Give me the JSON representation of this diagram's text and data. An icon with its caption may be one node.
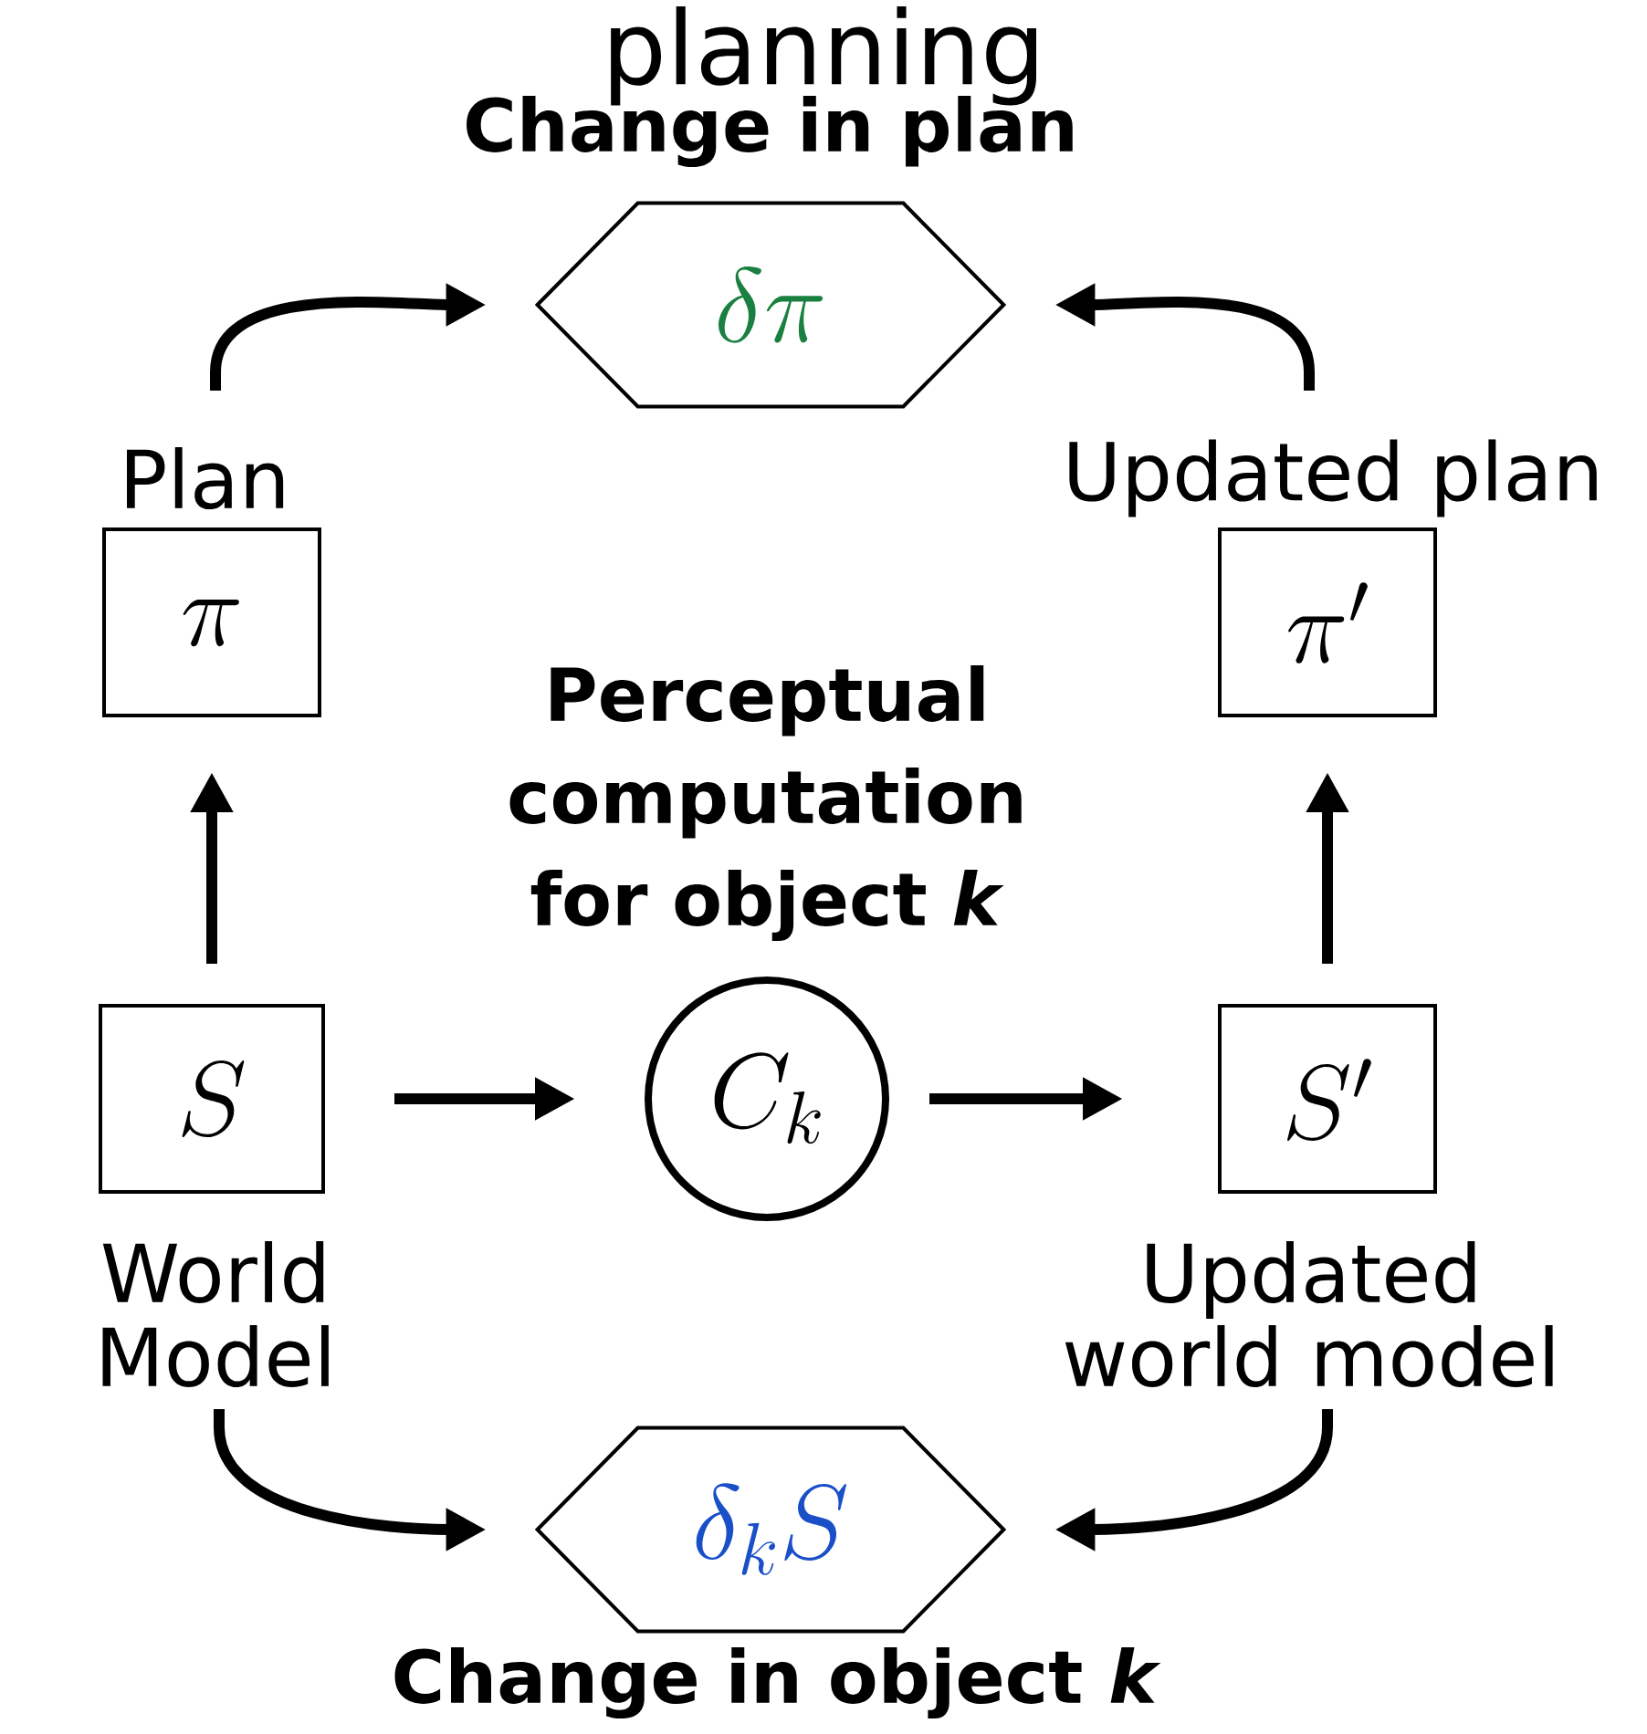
{
  "diagram": {
    "title": "planning",
    "nodes": [
      {
        "text": [
          "Change in plan",
          "\\delta\\pi"
        ]
      },
      {
        "text": [
          "Plan",
          "\\pi"
        ]
      },
      {
        "text": [
          "Updated plan",
          "\\pi'"
        ]
      },
      {
        "text": [
          "S",
          "World Model"
        ]
      },
      {
        "text": [
          "Perceptual computation for object *k*",
          "C_k"
        ]
      },
      {
        "text": [
          "S'",
          "Updated world model"
        ]
      },
      {
        "text": [
          "\\delta_k S",
          "Change in object *k*"
        ]
      }
    ],
    "edges": [
      {
        "from": 3,
        "to": 1,
        "arrow": "to"
      },
      {
        "from": 1,
        "to": 0,
        "arrow": "to"
      },
      {
        "from": 2,
        "to": 0,
        "arrow": "to"
      },
      {
        "from": 3,
        "to": 4,
        "arrow": "to"
      },
      {
        "from": 4,
        "to": 5,
        "arrow": "to"
      },
      {
        "from": 5,
        "to": 2,
        "arrow": "to"
      },
      {
        "from": 3,
        "to": 6,
        "arrow": "to"
      },
      {
        "from": 5,
        "to": 6,
        "arrow": "to"
      }
    ]
  }
}
